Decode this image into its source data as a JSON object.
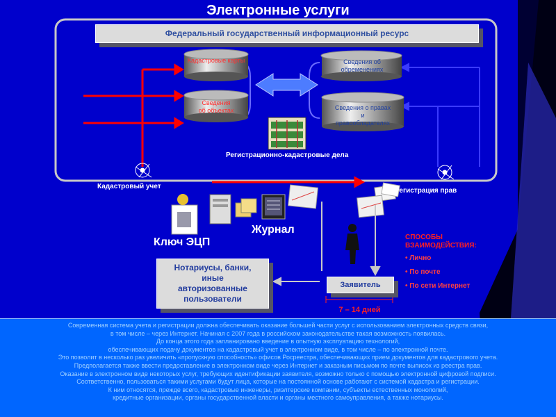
{
  "title": "Электронные услуги",
  "federal_resource": "Федеральный государственный информационный ресурс",
  "databases": {
    "cadastral_maps": "Кадастровые карты",
    "objects_info": [
      "Сведения",
      "об объектах"
    ],
    "encumbrance_info": [
      "Сведения об",
      "обременениях"
    ],
    "rights_info": [
      "Сведения о правах",
      "и",
      "правообладателях"
    ]
  },
  "reg_cadastral_cases": "Регистрационно-кадастровые дела",
  "cadastral_accounting": "Кадастровый учет",
  "rights_registration": "Регистрация прав",
  "ecp_key": "Ключ ЭЦП",
  "journal": "Журнал",
  "notaries": [
    "Нотариусы, банки,",
    "иные",
    "авторизованные",
    "пользователи"
  ],
  "applicant": "Заявитель",
  "methods": {
    "title": [
      "СПОСОБЫ",
      "ВЗАИМОДЕЙСТВИЯ:"
    ],
    "items": [
      "Лично",
      "По почте",
      "По сети Интернет"
    ]
  },
  "duration": "7 – 14 дней",
  "colors": {
    "background": "#000033",
    "panel": "#0000cc",
    "bottom_panel": "#0066ff",
    "red": "#ff0000",
    "banner": "#dcdcdc"
  },
  "bottom_text": [
    "Современная система учета и  регистрации должна обеспечивать оказание большей части услуг с использованием  электронных средств связи,",
    "в том числе – через Интернет.  Начиная с 2007 года в российском законодательстве такая возможность появилась.",
    "До конца этого года запланировано введение в опытную  эксплуатацию технологий,",
    "обеспечивающих подачу документов на кадастровый учет в электронном виде, в том числе – по электронной почте.",
    "Это  позволит  в несколько раз увеличить «пропускную способность» офисов Росреестра, обеспечивающих прием документов для кадастрового учета.",
    "Предполагается также ввести  предоставление в электронном виде через Интернет и заказным письмом по почте выписок из реестра прав.",
    "Оказание в электронном виде некоторых услуг, требующих идентификации заявителя, возможно только с помощью электронной цифровой подписи.",
    "Соответственно,  пользоваться такими услугами будут лица, которые на постоянной основе работают с системой кадастра и регистрации.",
    "К ним относятся, прежде всего, кадастровые инженеры, риэлтерские  компании, субъекты естественных монополий,",
    "кредитные организации, органы государственной власти и органы местного самоуправления, а также нотариусы."
  ]
}
